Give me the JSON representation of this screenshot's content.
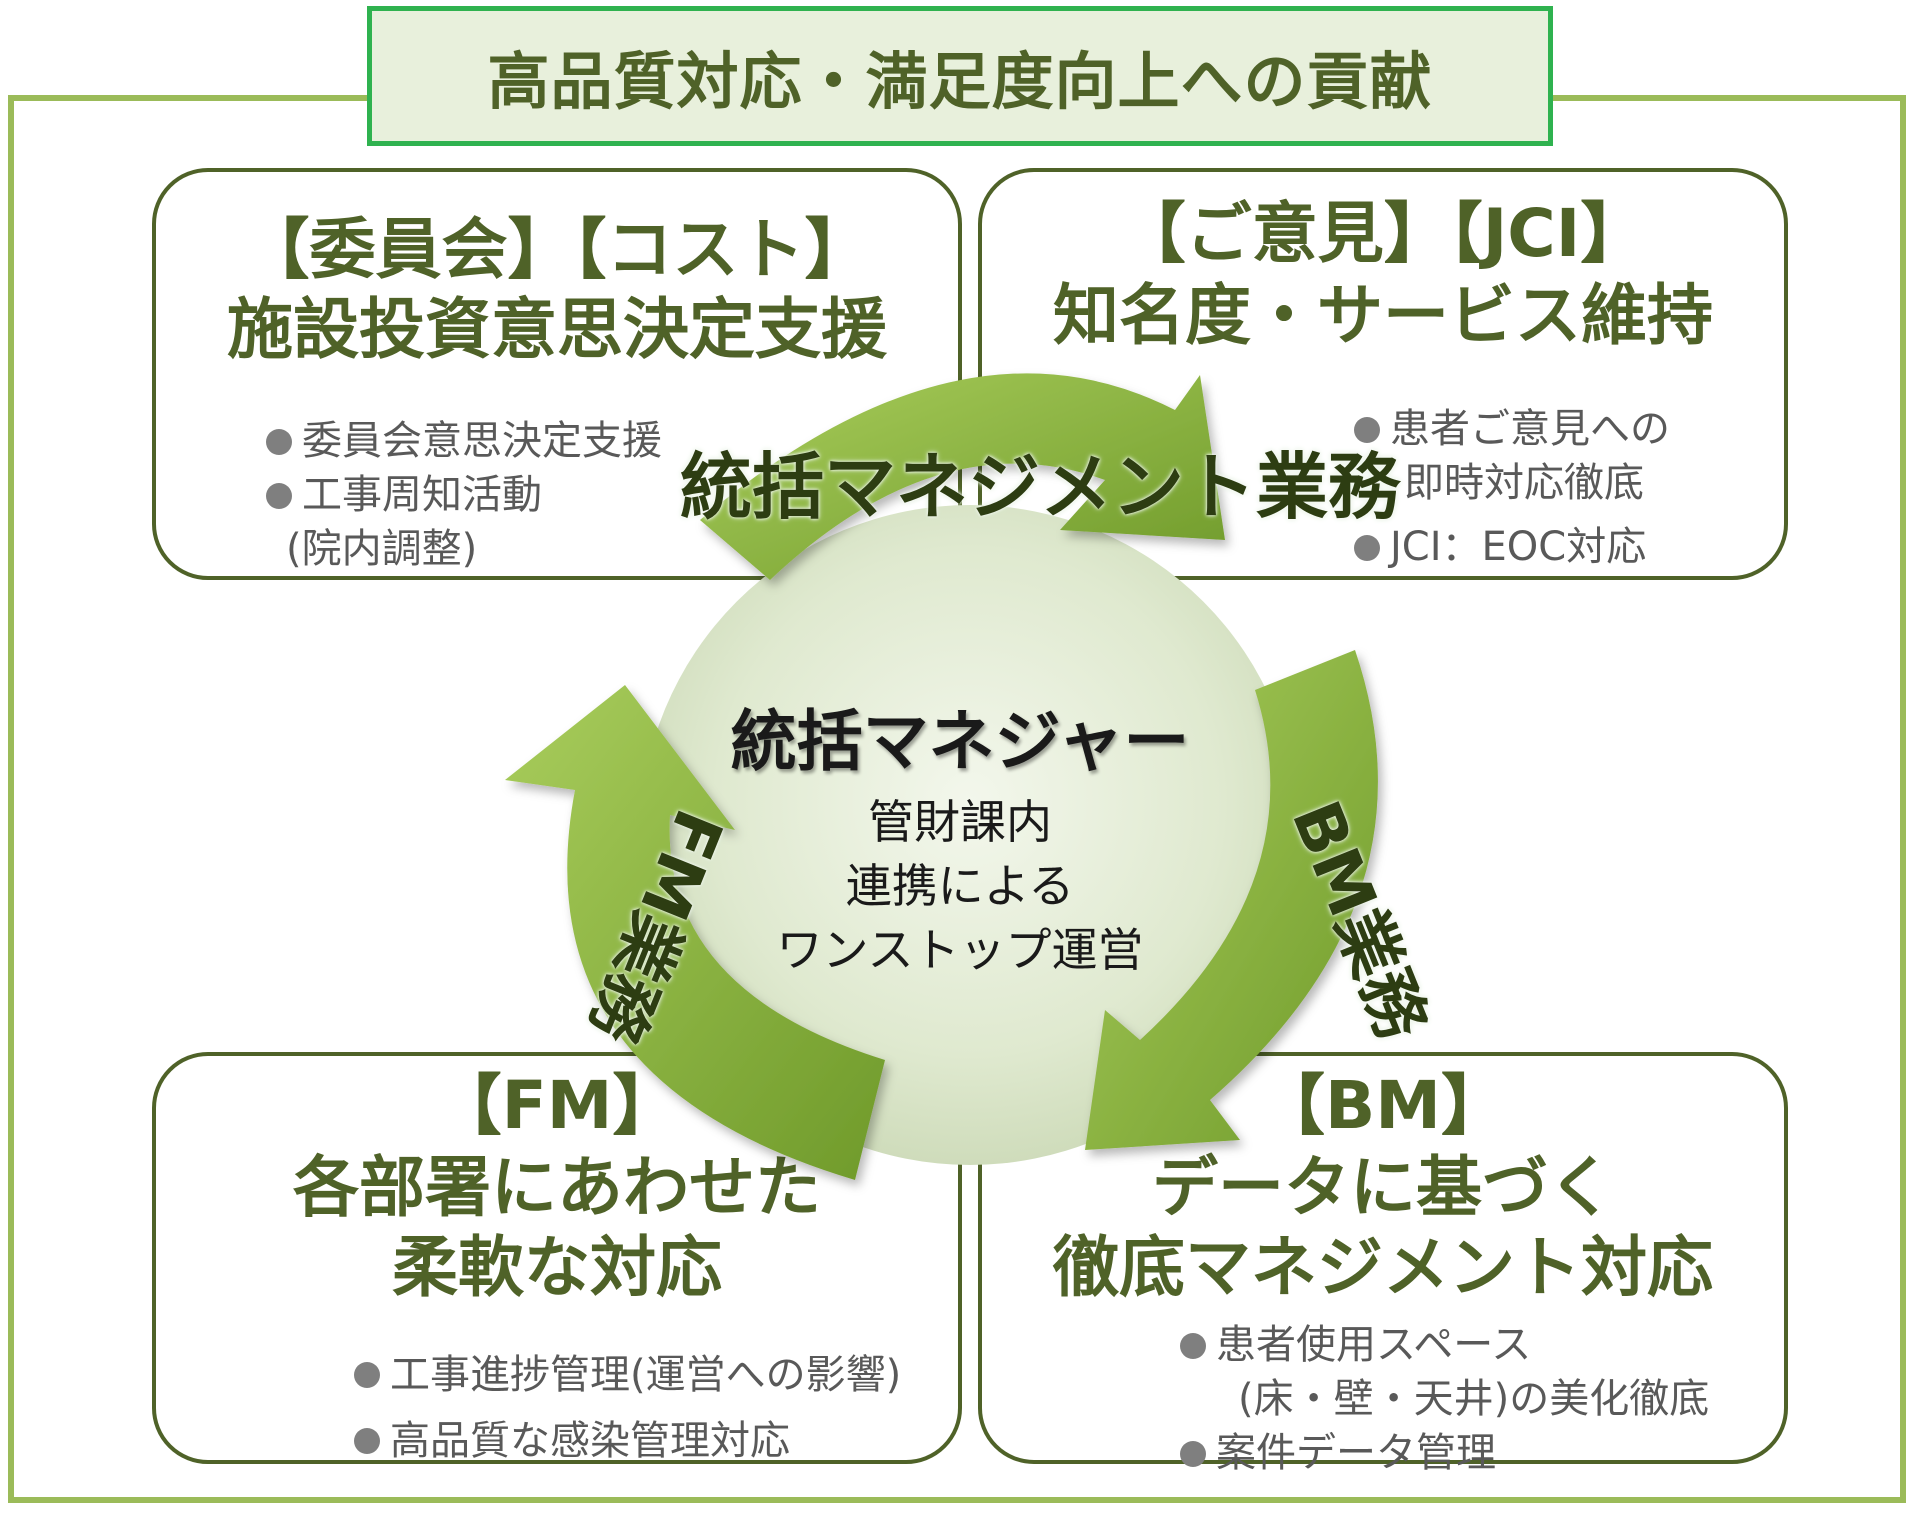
{
  "title": "高品質対応・満足度向上への貢献",
  "colors": {
    "frame": "#9bbb59",
    "banner_border": "#2fb24f",
    "heading": "#4f6228",
    "arrow": "#8db53c"
  },
  "panels": {
    "top_left": {
      "heading_line1": "【委員会】【コスト】",
      "heading_line2": "施設投資意思決定支援",
      "bullets": [
        "委員会意思決定支援",
        "工事周知活動"
      ],
      "bullet_continuation": "(院内調整)"
    },
    "top_right": {
      "heading_line1": "【ご意見】【JCI】",
      "heading_line2": "知名度・サービス維持",
      "bullets": [
        "患者ご意見への",
        "JCI：EOC対応"
      ],
      "bullet_continuation": "即時対応徹底"
    },
    "bottom_left": {
      "heading_line1": "【FM】",
      "heading_line2": "各部署にあわせた",
      "heading_line3": "柔軟な対応",
      "bullets": [
        "工事進捗管理(運営への影響)",
        "高品質な感染管理対応"
      ]
    },
    "bottom_right": {
      "heading_line1": "【BM】",
      "heading_line2": "データに基づく",
      "heading_line3": "徹底マネジメント対応",
      "bullets": [
        "患者使用スペース",
        "案件データ管理"
      ],
      "bullet_continuation": "(床・壁・天井)の美化徹底"
    }
  },
  "cycle": {
    "arrow_top_label": "統括マネジメント業務",
    "arrow_right_label": "BM業務",
    "arrow_left_label": "FM業務"
  },
  "center": {
    "title": "統括マネジャー",
    "lines": [
      "管財課内",
      "連携による",
      "ワンストップ運営"
    ]
  }
}
